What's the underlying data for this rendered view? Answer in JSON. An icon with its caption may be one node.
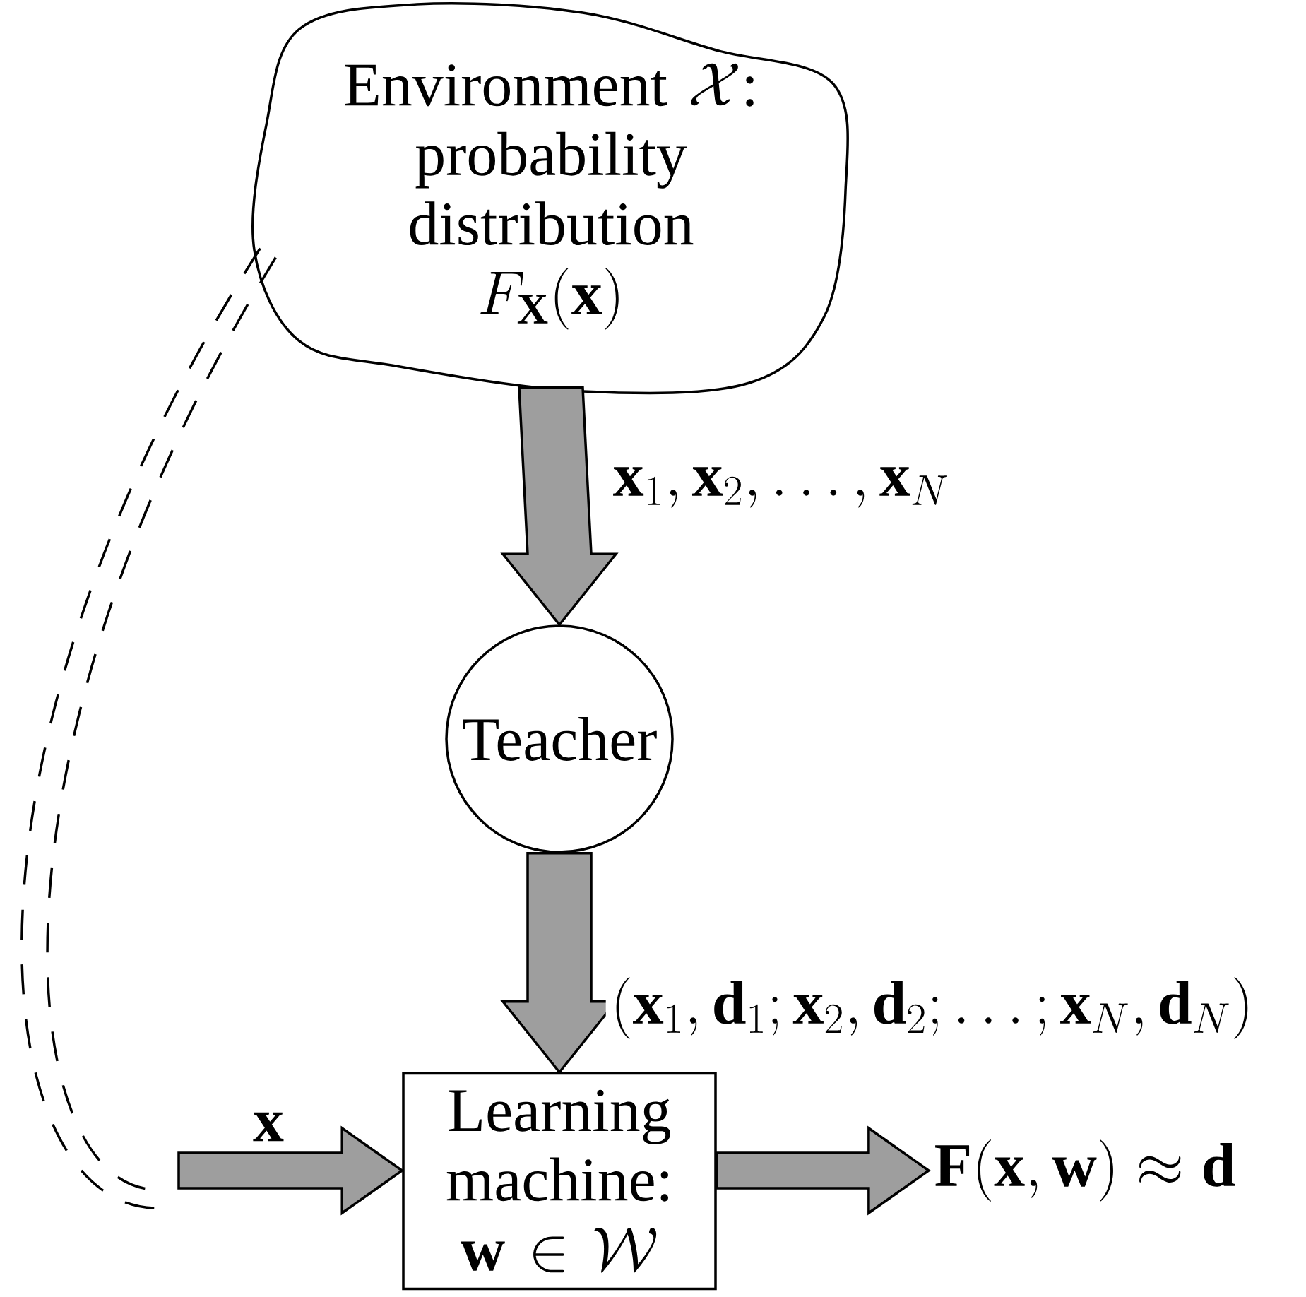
{
  "diagram": {
    "nodes": [
      {
        "text": [
          "\\text{Environment } \\mathcal{X}\\text{:}",
          "probability distribution",
          "F_{\\mathbf{X}}(\\mathbf{x})"
        ]
      },
      {
        "text": [
          "Teacher"
        ]
      },
      {
        "text": [
          "Learning machine:",
          "\\mathbf{w} \\in \\mathcal{W}"
        ]
      },
      {
        "text": [
          "\\mathbf{F}(\\mathbf{x}, \\mathbf{w}) \\approx \\mathbf{d}"
        ]
      }
    ],
    "edges": [
      {
        "from": 0,
        "to": 1,
        "arrow": "to",
        "label": "\\mathbf{x}_1, \\mathbf{x}_2, \\ldots, \\mathbf{x}_N"
      },
      {
        "from": 1,
        "to": 2,
        "arrow": "to",
        "label": "(\\mathbf{x}_1, \\mathbf{d}_1; \\mathbf{x}_2, \\mathbf{d}_2; \\ldots; \\mathbf{x}_N, \\mathbf{d}_N)"
      },
      {
        "from": null,
        "to": 2,
        "arrow": "to",
        "label": "\\mathbf{x}"
      },
      {
        "from": 0,
        "to": null,
        "arrow": "none",
        "style": "dashed"
      },
      {
        "from": 2,
        "to": 3,
        "arrow": "to"
      }
    ]
  }
}
